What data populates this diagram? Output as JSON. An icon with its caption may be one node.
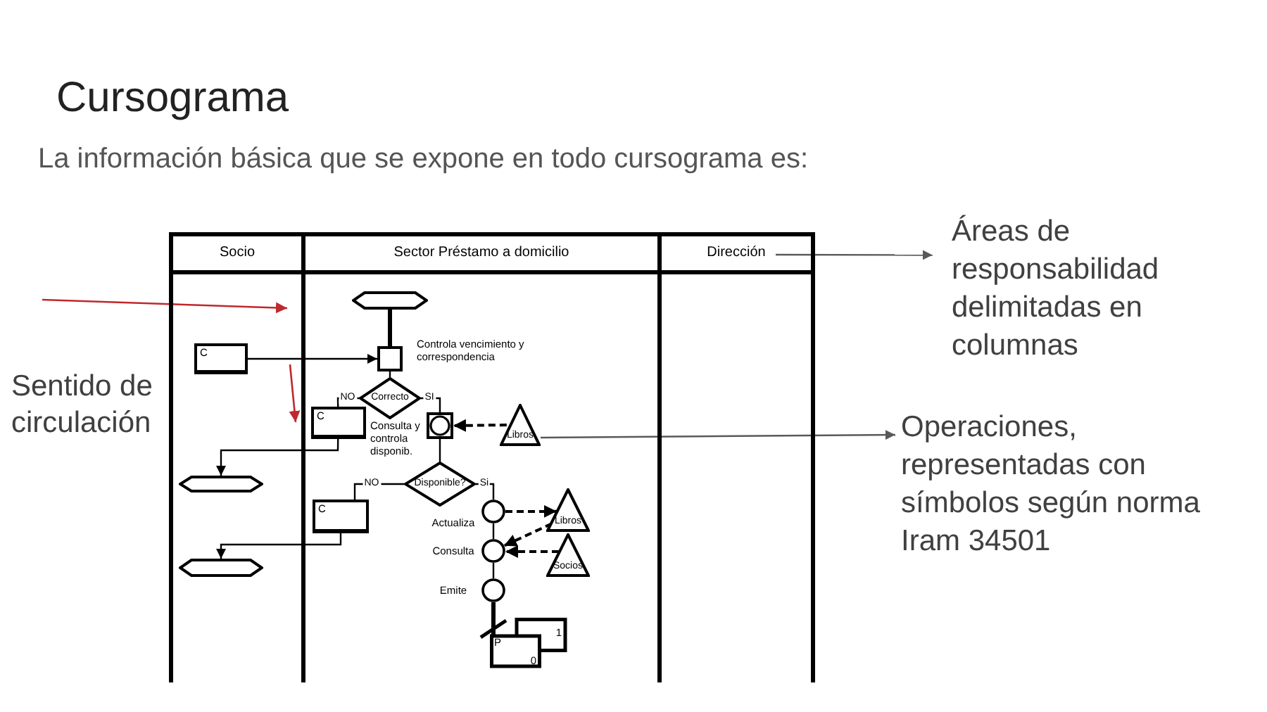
{
  "diagram": {
    "title": "Cursograma",
    "nodes": [
      {
        "text": [
          "Socio"
        ]
      },
      {
        "text": [
          "Sector Préstamo a domicilio"
        ]
      },
      {
        "text": [
          "Dirección"
        ]
      },
      {
        "text": [
          "C"
        ],
        "in": 0
      },
      {
        "text": [],
        "shape": "hexagon",
        "in": 1
      },
      {
        "text": [],
        "shape": "box",
        "beside": [
          "Controla vencimiento y correspondencia"
        ],
        "in": 1
      },
      {
        "text": [
          "Correcto"
        ],
        "in": 1
      },
      {
        "text": [
          "C"
        ],
        "in": 1
      },
      {
        "text": [],
        "shape": "box",
        "beside": [
          "Consulta y controla disponib."
        ],
        "in": 1
      },
      {
        "text": [
          "Libros"
        ],
        "in": 1
      },
      {
        "text": [],
        "shape": "hexagon",
        "in": 0
      },
      {
        "text": [
          "Disponible?"
        ],
        "in": 1
      },
      {
        "text": [
          "C"
        ],
        "in": 1
      },
      {
        "text": [],
        "shape": "circle",
        "beside": [
          "Actualiza"
        ],
        "in": 1
      },
      {
        "text": [
          "Libros"
        ],
        "in": 1
      },
      {
        "text": [],
        "shape": "circle",
        "beside": [
          "Consulta"
        ],
        "in": 1
      },
      {
        "text": [
          "Socios"
        ],
        "in": 1
      },
      {
        "text": [],
        "shape": "circle",
        "beside": [
          "Emite"
        ],
        "in": 1
      },
      {
        "text": [],
        "shape": "hexagon",
        "in": 0
      },
      {
        "text": [
          "1",
          "P",
          "0"
        ],
        "in": 1
      },
      {
        "text": [
          "Áreas de responsabilidad delimitadas en columnas"
        ]
      },
      {
        "text": [
          "Operaciones, representadas con símbolos según norma Iram 34501"
        ]
      }
    ],
    "edges": [
      {
        "from": 3,
        "to": 5,
        "arrow": "to"
      },
      {
        "from": 4,
        "to": 5,
        "arrow": "none",
        "style": "thick"
      },
      {
        "from": 5,
        "to": 6,
        "arrow": "none"
      },
      {
        "from": 6,
        "to": 7,
        "arrow": "none",
        "label": "NO"
      },
      {
        "from": 6,
        "to": 8,
        "arrow": "none",
        "label": "SI"
      },
      {
        "from": 9,
        "to": 8,
        "arrow": "to",
        "style": "dashed"
      },
      {
        "from": 7,
        "to": 10,
        "arrow": "to"
      },
      {
        "from": 8,
        "to": 11,
        "arrow": "none"
      },
      {
        "from": 11,
        "to": 12,
        "arrow": "none",
        "label": "NO"
      },
      {
        "from": 11,
        "to": 13,
        "arrow": "none",
        "label": "Si"
      },
      {
        "from": 12,
        "to": 18,
        "arrow": "to"
      },
      {
        "from": 13,
        "to": 14,
        "arrow": "to",
        "style": "dashed"
      },
      {
        "from": 14,
        "to": 15,
        "arrow": "to",
        "style": "dashed"
      },
      {
        "from": 16,
        "to": 15,
        "arrow": "to",
        "style": "dashed"
      },
      {
        "from": 13,
        "to": 15,
        "arrow": "none"
      },
      {
        "from": 15,
        "to": 17,
        "arrow": "none"
      },
      {
        "from": 17,
        "to": 19,
        "arrow": "other",
        "style": "thick"
      },
      {
        "from": 2,
        "to": 20,
        "arrow": "to",
        "color": "#595959"
      },
      {
        "from": 9,
        "to": 21,
        "arrow": "to",
        "color": "#595959"
      }
    ],
    "labels": [
      "La información básica que se expone en todo cursograma es:",
      "Sentido de circulación"
    ]
  }
}
